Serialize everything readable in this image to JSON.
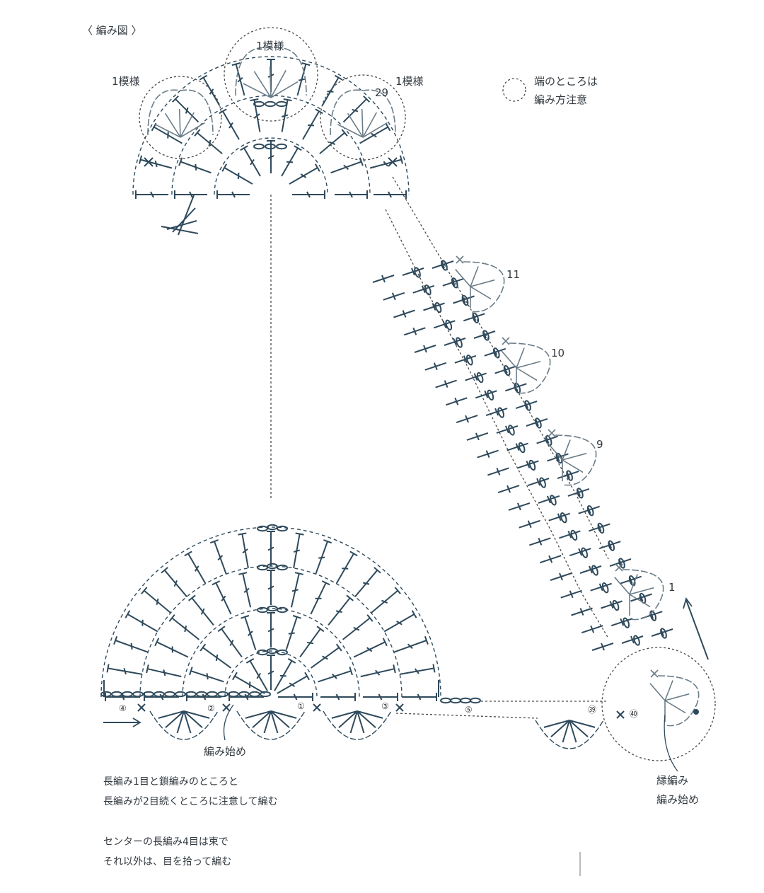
{
  "title": "〈 編み図 〉",
  "motif_labels": {
    "left": "1模様",
    "center": "1模様",
    "right": "1模様"
  },
  "legend": {
    "line1": "端のところは",
    "line2": "編み方注意"
  },
  "row_numbers": {
    "r29": "29",
    "r11": "11",
    "r10": "10",
    "r9": "9",
    "r1": "1"
  },
  "base_markers": [
    "④",
    "②",
    "①",
    "③",
    "⑤",
    "㊴",
    "㊵"
  ],
  "start_label": "編み始め",
  "edge_start": {
    "line1": "縁編み",
    "line2": "編み始め"
  },
  "notes": {
    "n1": "長編み1目と鎖編みのところと",
    "n2": "長編みが2目続くところに注意して編む",
    "n3": "センターの長編み4目は束で",
    "n4": "それ以外は、目を拾って編む"
  },
  "colors": {
    "ink": "#2f4a5c",
    "text": "#333a40",
    "dashed": "#4a4a4a"
  }
}
